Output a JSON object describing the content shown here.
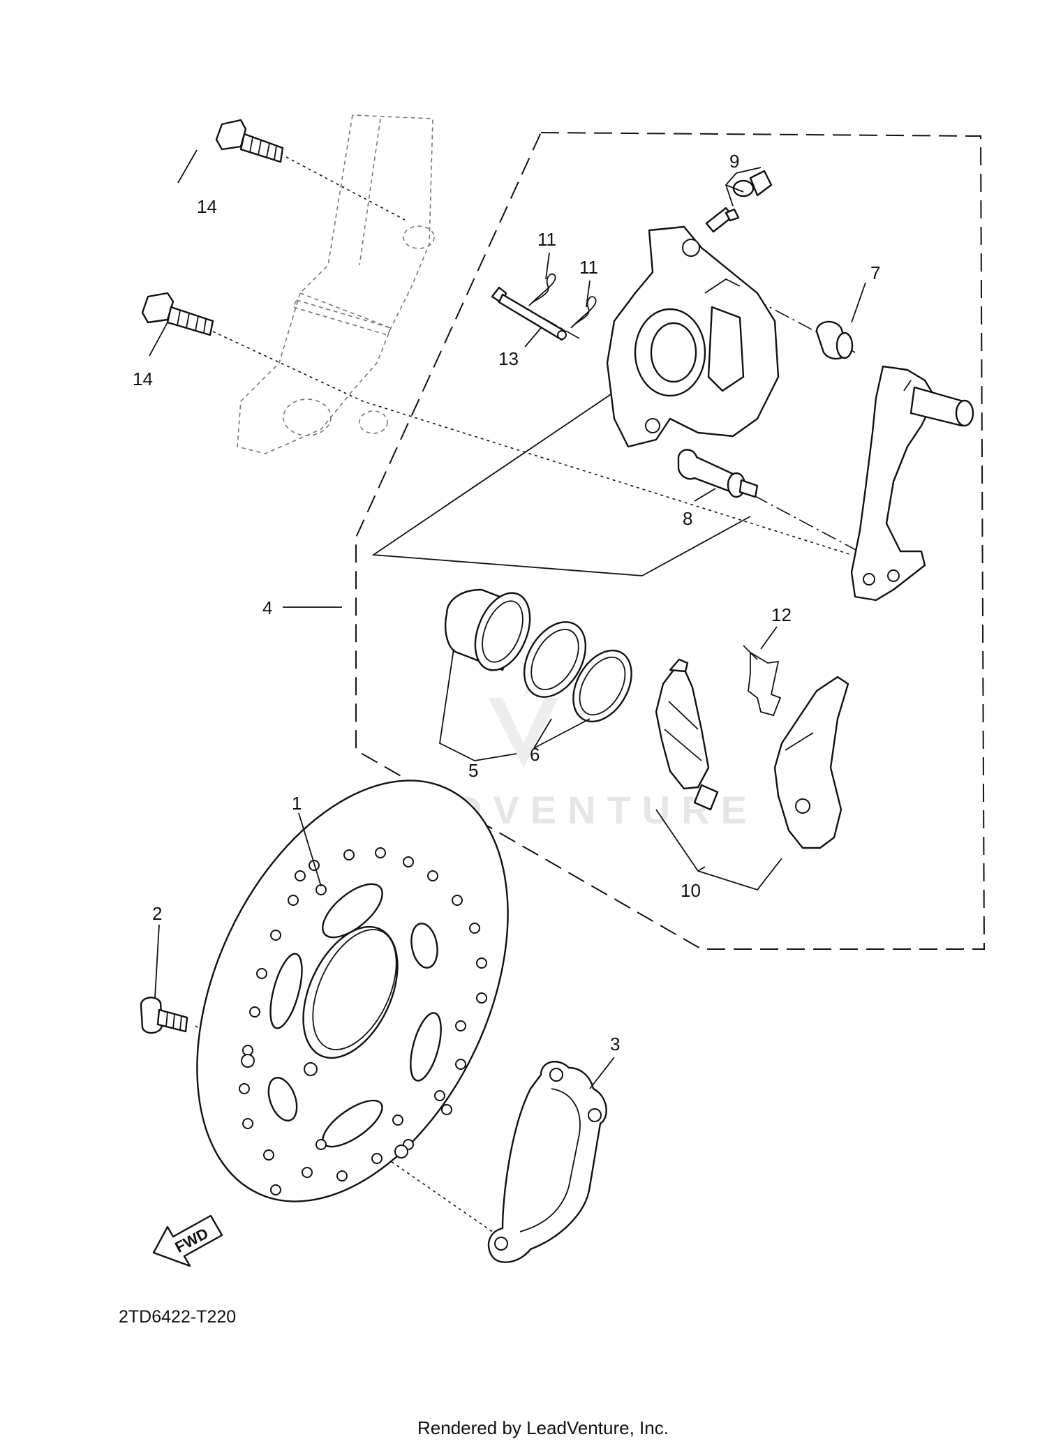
{
  "diagram": {
    "callouts": [
      {
        "id": "1",
        "label": "1"
      },
      {
        "id": "2",
        "label": "2"
      },
      {
        "id": "3",
        "label": "3"
      },
      {
        "id": "4",
        "label": "4"
      },
      {
        "id": "5",
        "label": "5"
      },
      {
        "id": "6",
        "label": "6"
      },
      {
        "id": "7",
        "label": "7"
      },
      {
        "id": "8",
        "label": "8"
      },
      {
        "id": "9",
        "label": "9"
      },
      {
        "id": "10",
        "label": "10"
      },
      {
        "id": "11a",
        "label": "11"
      },
      {
        "id": "11b",
        "label": "11"
      },
      {
        "id": "12",
        "label": "12"
      },
      {
        "id": "13",
        "label": "13"
      },
      {
        "id": "14a",
        "label": "14"
      },
      {
        "id": "14b",
        "label": "14"
      }
    ],
    "fwd_label": "FWD",
    "diagram_code": "2TD6422-T220",
    "watermark_text": "LEADVENTURE",
    "footer_text": "Rendered by LeadVenture, Inc.",
    "icons": [
      "fwd-arrow-icon",
      "leadventure-logo-icon"
    ]
  }
}
